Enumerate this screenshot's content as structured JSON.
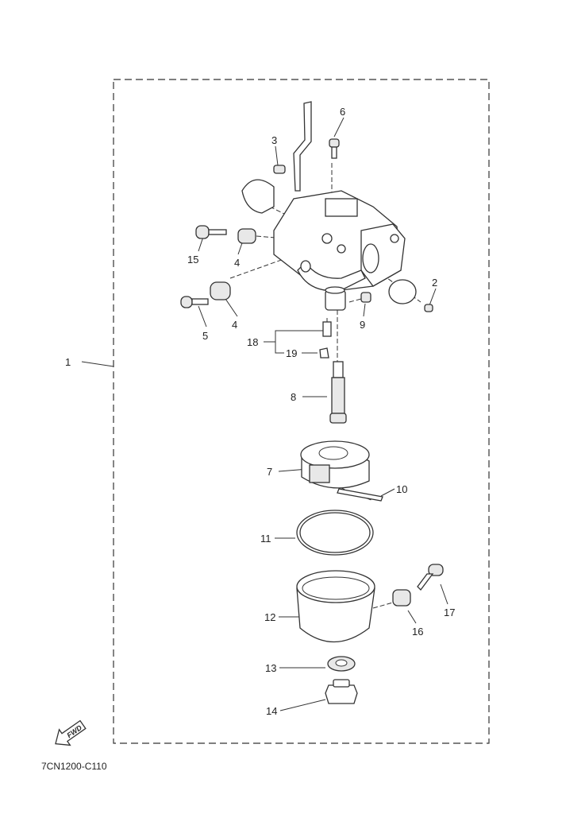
{
  "diagram": {
    "code": "7CN1200-C110",
    "fwd_label": "FWD",
    "callouts": [
      "1",
      "2",
      "3",
      "4",
      "4",
      "5",
      "6",
      "7",
      "8",
      "9",
      "10",
      "11",
      "12",
      "13",
      "14",
      "15",
      "16",
      "17",
      "18",
      "19"
    ]
  }
}
